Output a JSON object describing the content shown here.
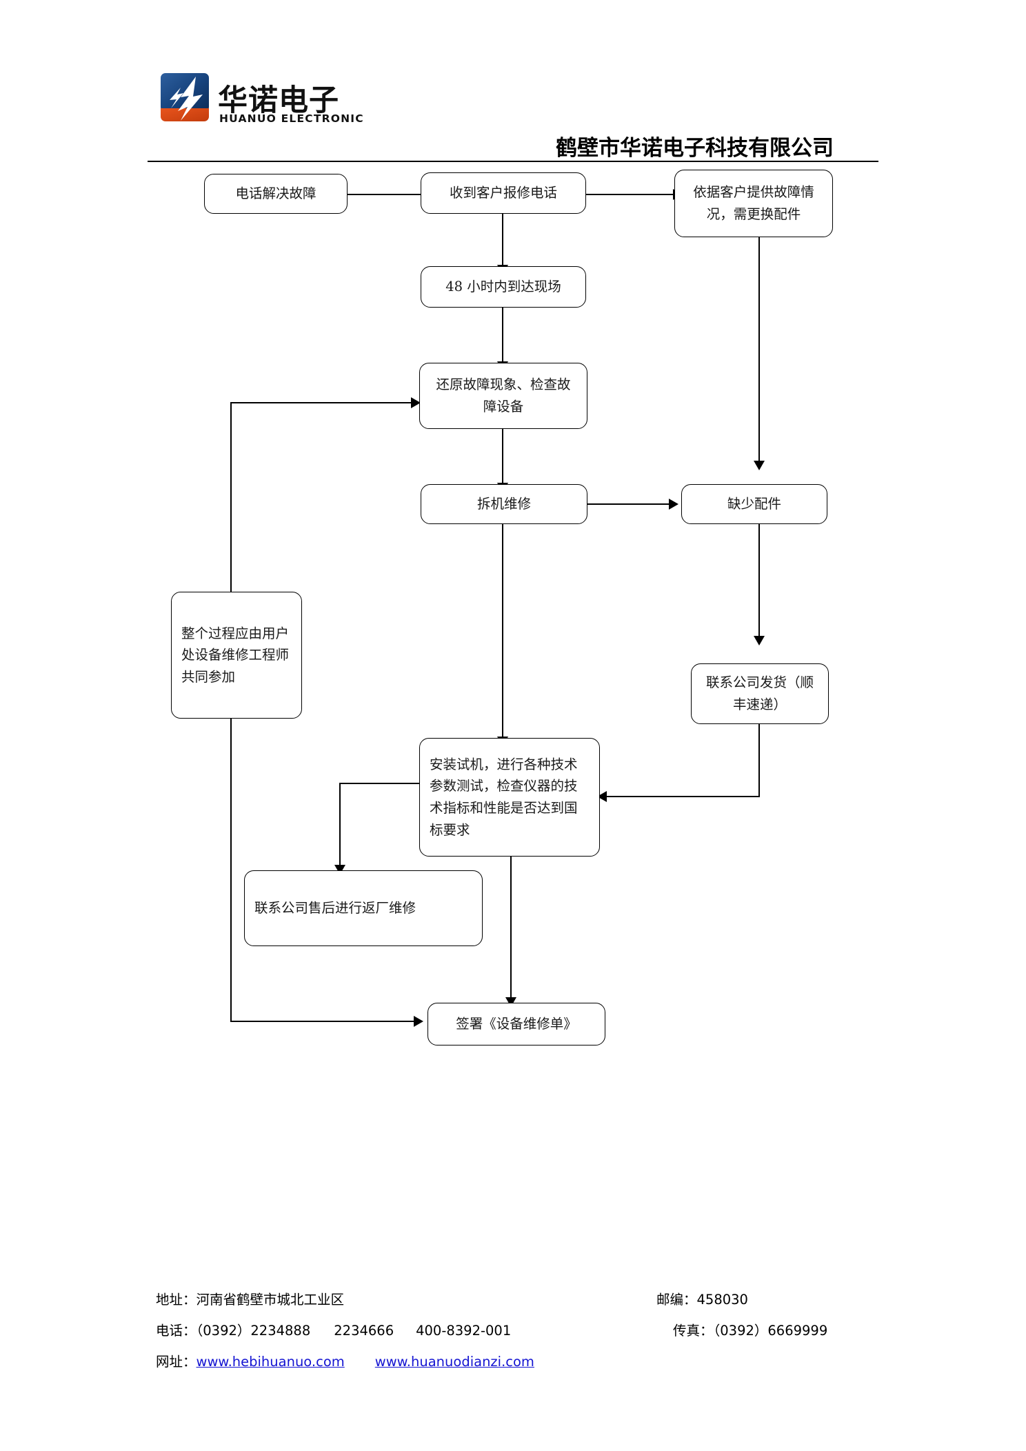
{
  "header": {
    "logo_cn": "华诺电子",
    "logo_en": "HUANUO ELECTRONIC",
    "company_title": "鹤壁市华诺电子科技有限公司"
  },
  "flowchart": {
    "nodes": [
      {
        "id": "phone-fix",
        "label": "电话解决故障"
      },
      {
        "id": "receive-call",
        "label": "收到客户报修电话"
      },
      {
        "id": "need-parts",
        "label": "依据客户提供故障情况，需更换配件"
      },
      {
        "id": "arrive-48h",
        "label": "48 小时内到达现场"
      },
      {
        "id": "restore-fault",
        "label": "还原故障现象、检查故障设备"
      },
      {
        "id": "disassemble",
        "label": "拆机维修"
      },
      {
        "id": "lack-parts",
        "label": "缺少配件"
      },
      {
        "id": "whole-process",
        "label": "整个过程应由用户处设备维修工程师共同参加"
      },
      {
        "id": "contact-ship",
        "label": "联系公司发货（顺丰速递）"
      },
      {
        "id": "install-test",
        "label": "安装试机，进行各种技术参数测试，检查仪器的技术指标和性能是否达到国标要求"
      },
      {
        "id": "return-factory",
        "label": "联系公司售后进行返厂维修"
      },
      {
        "id": "sign-order",
        "label": "签署《设备维修单》"
      }
    ]
  },
  "footer": {
    "address_label": "地址：",
    "address_value": "河南省鹤壁市城北工业区",
    "postcode_label": "邮编：",
    "postcode_value": "458030",
    "phone_label": "电话：",
    "phone_1": "（0392）2234888",
    "phone_2": "2234666",
    "phone_3": "400-8392-001",
    "fax_label": "传真：",
    "fax_value": "（0392）6669999",
    "website_label": "网址：",
    "website_1": "www.hebihuanuo.com",
    "website_2": "www.huanuodianzi.com"
  }
}
